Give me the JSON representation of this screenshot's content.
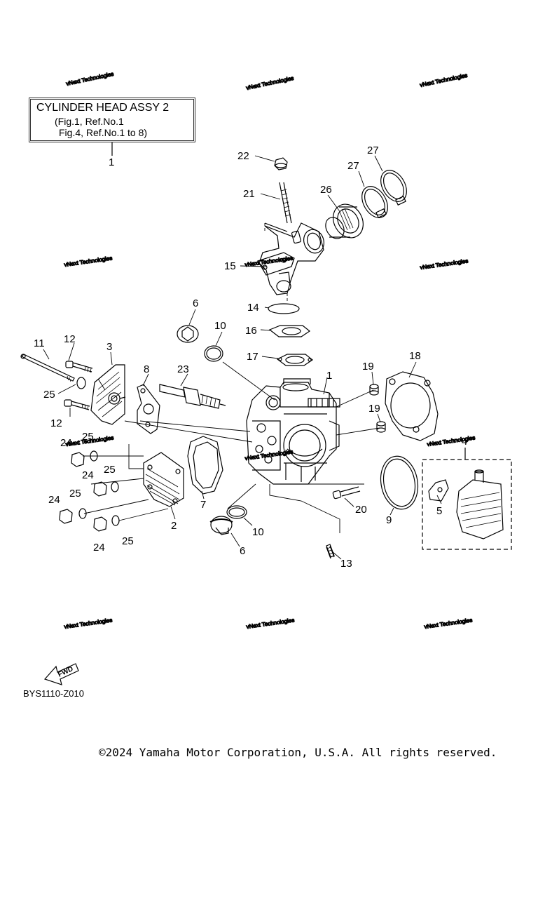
{
  "title_box": {
    "line1": "CYLINDER HEAD ASSY 2",
    "line2": "(Fig.1, Ref.No.1",
    "line3": "Fig.4, Ref.No.1 to 8)"
  },
  "watermark": {
    "line1": "vNext Technologies",
    "line2": "Technologies"
  },
  "callouts": [
    "1",
    "2",
    "3",
    "4",
    "5",
    "6",
    "6",
    "7",
    "8",
    "9",
    "10",
    "10",
    "11",
    "12",
    "12",
    "13",
    "14",
    "15",
    "16",
    "17",
    "18",
    "19",
    "19",
    "20",
    "21",
    "22",
    "23",
    "24",
    "24",
    "24",
    "24",
    "25",
    "25",
    "25",
    "25",
    "25",
    "26",
    "27",
    "27"
  ],
  "fwd_label": "FWD",
  "diagram_code": "BYS1110-Z010",
  "copyright": "©2024 Yamaha Motor Corporation, U.S.A. All rights reserved."
}
